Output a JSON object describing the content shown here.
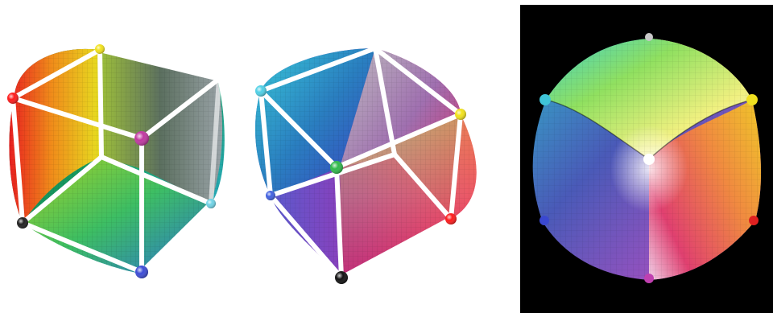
{
  "figure": {
    "background": "#ffffff",
    "panels": [
      {
        "name": "rgb-cube-deformed-from-black-corner",
        "background": "#ffffff",
        "corner_colors": [
          "#ff1a1a",
          "#f2e21a",
          "#ffffff",
          "#1f1f1f",
          "#c038a0",
          "#6fd3e6",
          "#3b4bd6"
        ]
      },
      {
        "name": "rgb-cube-deformed-balanced",
        "background": "#ffffff",
        "corner_colors": [
          "#4fd0e6",
          "#ffffff",
          "#f2e21a",
          "#4060e0",
          "#2fb84a",
          "#ff1a1a",
          "#101010"
        ]
      },
      {
        "name": "rgb-cube-inflated-white-corner",
        "background": "#000000",
        "corner_colors": [
          "#c8c8c8",
          "#3fc4d8",
          "#f0e020",
          "#ffffff",
          "#3a48d0",
          "#e02020",
          "#c040b0"
        ]
      }
    ]
  }
}
